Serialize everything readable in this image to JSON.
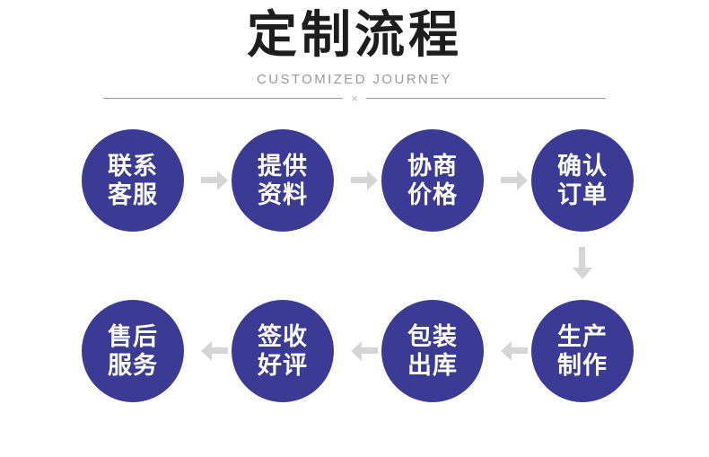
{
  "header": {
    "title": "定制流程",
    "subtitle": "CUSTOMIZED JOURNEY",
    "divider_mark": "×"
  },
  "colors": {
    "node_fill": "#3b3b96",
    "node_text": "#ffffff",
    "arrow": "#d5d5d5",
    "title": "#1d1d1d",
    "subtitle": "#9a9a9a",
    "divider_line": "#9c9c9c",
    "background": "#ffffff"
  },
  "chart_data": {
    "type": "diagram",
    "title": "定制流程",
    "subtitle": "CUSTOMIZED JOURNEY",
    "flow_direction": "row1 left-to-right, down, row2 right-to-left",
    "steps": [
      {
        "index": 1,
        "line1": "联系",
        "line2": "客服",
        "row": 1,
        "order_in_row": 1
      },
      {
        "index": 2,
        "line1": "提供",
        "line2": "资料",
        "row": 1,
        "order_in_row": 2
      },
      {
        "index": 3,
        "line1": "协商",
        "line2": "价格",
        "row": 1,
        "order_in_row": 3
      },
      {
        "index": 4,
        "line1": "确认",
        "line2": "订单",
        "row": 1,
        "order_in_row": 4
      },
      {
        "index": 5,
        "line1": "生产",
        "line2": "制作",
        "row": 2,
        "order_in_row": 4
      },
      {
        "index": 6,
        "line1": "包装",
        "line2": "出库",
        "row": 2,
        "order_in_row": 3
      },
      {
        "index": 7,
        "line1": "签收",
        "line2": "好评",
        "row": 2,
        "order_in_row": 2
      },
      {
        "index": 8,
        "line1": "售后",
        "line2": "服务",
        "row": 2,
        "order_in_row": 1
      }
    ],
    "connectors": [
      {
        "id": 1,
        "from": 1,
        "to": 2,
        "direction": "right"
      },
      {
        "id": 2,
        "from": 2,
        "to": 3,
        "direction": "right"
      },
      {
        "id": 3,
        "from": 3,
        "to": 4,
        "direction": "right"
      },
      {
        "id": 4,
        "from": 4,
        "to": 5,
        "direction": "down"
      },
      {
        "id": 5,
        "from": 5,
        "to": 6,
        "direction": "left"
      },
      {
        "id": 6,
        "from": 6,
        "to": 7,
        "direction": "left"
      },
      {
        "id": 7,
        "from": 7,
        "to": 8,
        "direction": "left"
      }
    ]
  }
}
